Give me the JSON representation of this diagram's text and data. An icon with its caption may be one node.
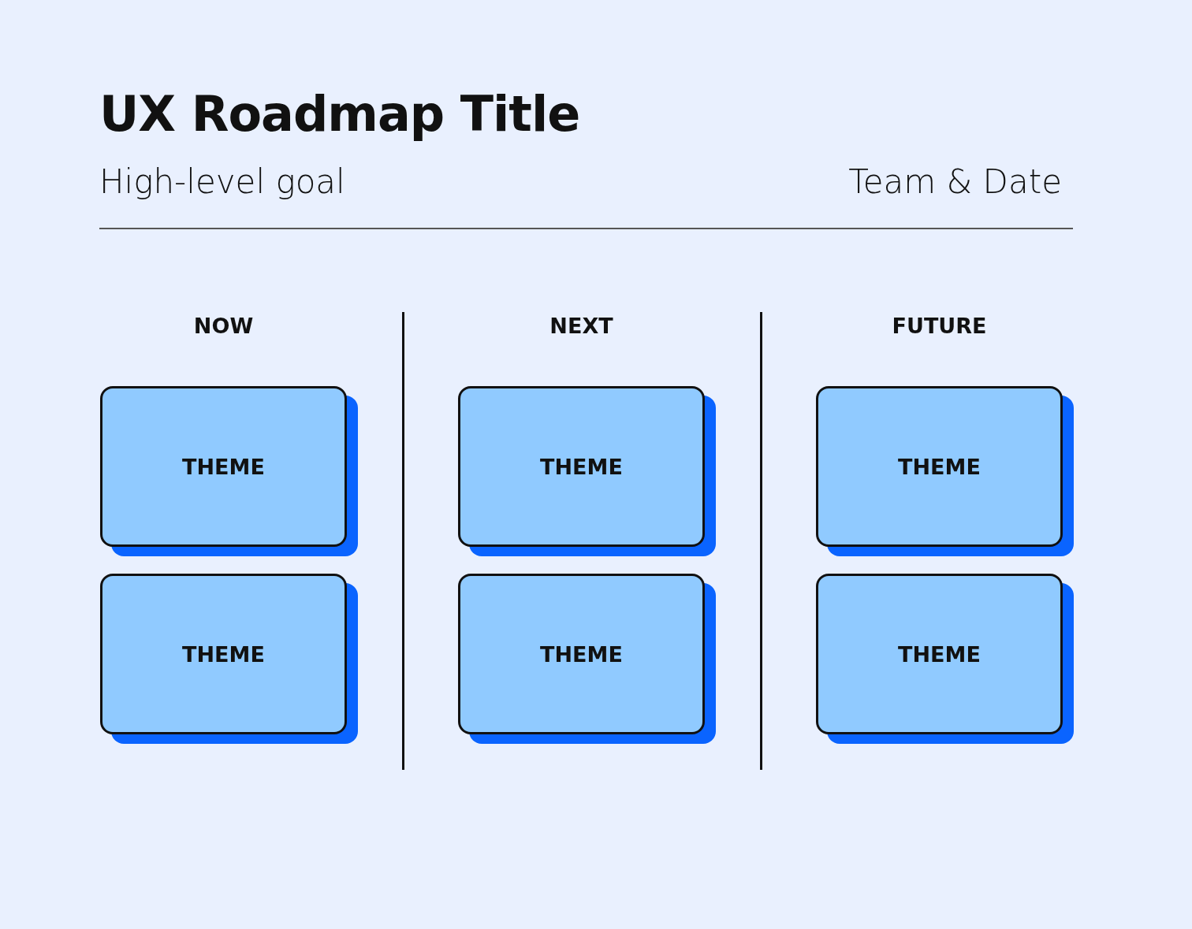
{
  "diagram": {
    "title": "UX Roadmap Title",
    "nodes": [
      {
        "text": [
          "THEME"
        ]
      },
      {
        "text": [
          "THEME"
        ]
      },
      {
        "text": [
          "THEME"
        ]
      },
      {
        "text": [
          "THEME"
        ]
      },
      {
        "text": [
          "THEME"
        ]
      },
      {
        "text": [
          "THEME"
        ]
      }
    ],
    "labels": [
      "High-level goal",
      "Team & Date",
      "NOW",
      "NEXT",
      "FUTURE"
    ]
  }
}
